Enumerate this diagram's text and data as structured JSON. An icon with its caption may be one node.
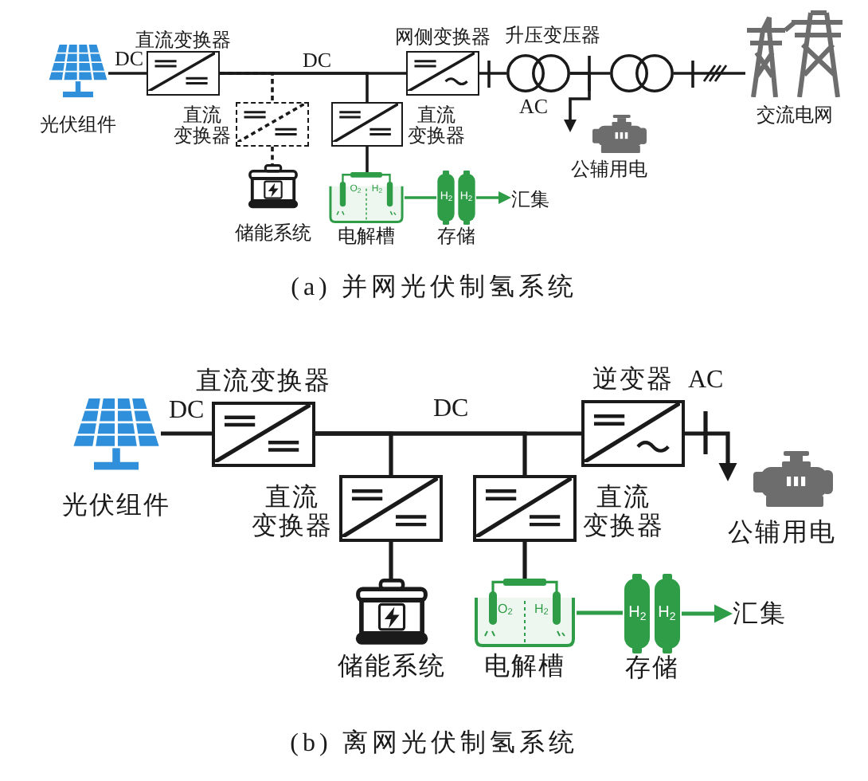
{
  "diagram": {
    "nodes": [
      {
        "text": [
          "光伏组件"
        ]
      },
      {
        "text": [
          "直流变换器"
        ]
      },
      {
        "text": [
          "直流变换器"
        ]
      },
      {
        "text": [
          "储能系统"
        ]
      },
      {
        "text": [
          "直流变换器"
        ]
      },
      {
        "text": [
          "O$_{2}$",
          "H$_{2}$",
          "电解槽"
        ]
      },
      {
        "text": [
          "H$_{2}$",
          "H$_{2}$",
          "存储"
        ]
      },
      {
        "text": [
          "汇集"
        ]
      },
      {
        "text": [
          "网侧变换器"
        ]
      },
      {
        "text": [
          "升压变压器"
        ]
      },
      {
        "text": [],
        "shape": "circle"
      },
      {
        "text": [
          "公辅用电"
        ]
      },
      {
        "text": [
          "交流电网"
        ]
      },
      {
        "text": [
          "光伏组件"
        ]
      },
      {
        "text": [
          "直流变换器"
        ]
      },
      {
        "text": [
          "直流变换器"
        ]
      },
      {
        "text": [
          "储能系统"
        ]
      },
      {
        "text": [
          "直流变换器"
        ]
      },
      {
        "text": [
          "O$_{2}$",
          "H$_{2}$",
          "电解槽"
        ]
      },
      {
        "text": [
          "H$_{2}$",
          "H$_{2}$",
          "存储"
        ]
      },
      {
        "text": [
          "汇集"
        ]
      },
      {
        "text": [
          "逆变器"
        ]
      },
      {
        "text": [
          "公辅用电"
        ]
      }
    ],
    "edges": [
      {
        "from": 0,
        "to": 1,
        "arrow": "none",
        "label": "DC"
      },
      {
        "from": 1,
        "to": 8,
        "arrow": "none",
        "label": "DC"
      },
      {
        "from": 1,
        "to": 2,
        "arrow": "none",
        "style": "dashed"
      },
      {
        "from": 1,
        "to": 4,
        "arrow": "none"
      },
      {
        "from": 2,
        "to": 3,
        "arrow": "none",
        "style": "dashed"
      },
      {
        "from": 4,
        "to": 5,
        "arrow": "none"
      },
      {
        "from": 5,
        "to": 6,
        "arrow": "none",
        "color": "#2f9d48"
      },
      {
        "from": 6,
        "to": 7,
        "arrow": "to",
        "color": "#2f9d48"
      },
      {
        "from": 8,
        "to": 9,
        "arrow": "none"
      },
      {
        "from": 9,
        "to": 10,
        "arrow": "none"
      },
      {
        "from": 9,
        "to": 11,
        "arrow": "to"
      },
      {
        "from": 10,
        "to": 12,
        "arrow": "none"
      },
      {
        "from": 13,
        "to": 14,
        "arrow": "none",
        "label": "DC"
      },
      {
        "from": 14,
        "to": 21,
        "arrow": "none",
        "label": "DC"
      },
      {
        "from": 14,
        "to": 15,
        "arrow": "none"
      },
      {
        "from": 14,
        "to": 17,
        "arrow": "none"
      },
      {
        "from": 15,
        "to": 16,
        "arrow": "none"
      },
      {
        "from": 17,
        "to": 18,
        "arrow": "none"
      },
      {
        "from": 18,
        "to": 19,
        "arrow": "none",
        "color": "#2f9d48"
      },
      {
        "from": 19,
        "to": 20,
        "arrow": "to",
        "color": "#2f9d48"
      },
      {
        "from": 21,
        "to": 22,
        "arrow": "to",
        "label": "AC"
      }
    ],
    "labels": [
      "AC",
      "(a) 并网光伏制氢系统",
      "(b) 离网光伏制氢系统"
    ]
  }
}
